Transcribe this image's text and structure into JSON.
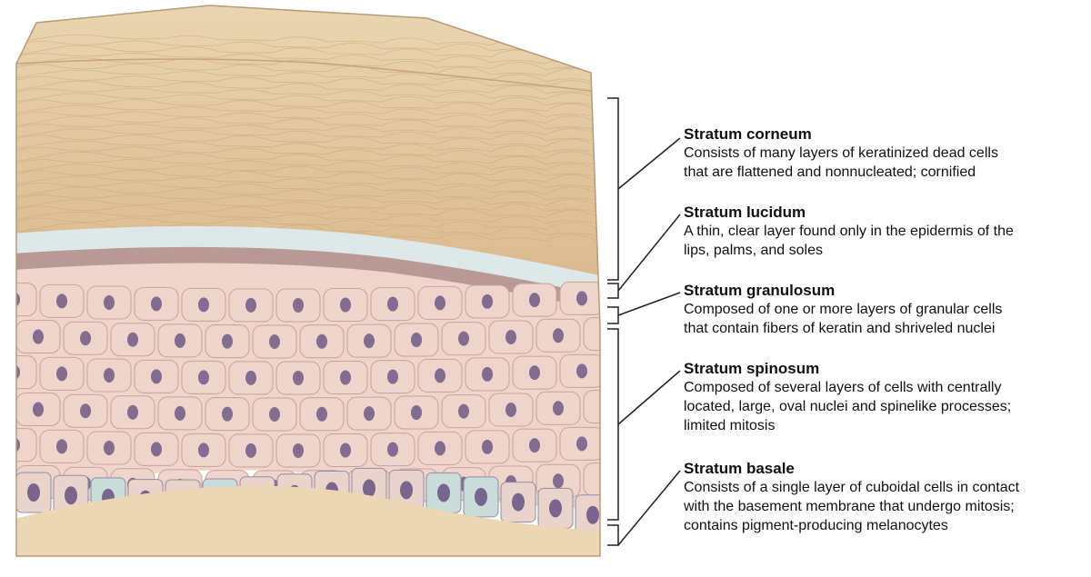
{
  "diagram": {
    "colors": {
      "corneum": "#e3c79f",
      "lucidum": "#dfe8e8",
      "granulosum": "#b99995",
      "spinosum": "#efd4cc",
      "basale": "#c9dcd8",
      "dermis": "#ecd6b4",
      "nucleus": "#6e5a86",
      "leader_line": "#222222"
    },
    "layers": [
      {
        "key": "corneum",
        "title": "Stratum corneum",
        "desc_lines": [
          "Consists of many layers of keratinized dead cells",
          "that are flattened and nonnucleated; cornified"
        ]
      },
      {
        "key": "lucidum",
        "title": "Stratum lucidum",
        "desc_lines": [
          "A thin, clear layer found only in the epidermis of the",
          "lips, palms, and soles"
        ]
      },
      {
        "key": "granulosum",
        "title": "Stratum granulosum",
        "desc_lines": [
          "Composed of one or more layers of granular cells",
          "that contain fibers of keratin and shriveled nuclei"
        ]
      },
      {
        "key": "spinosum",
        "title": "Stratum spinosum",
        "desc_lines": [
          "Composed of several layers of cells with centrally",
          "located, large, oval nuclei and spinelike processes;",
          "limited mitosis"
        ]
      },
      {
        "key": "basale",
        "title": "Stratum basale",
        "desc_lines": [
          "Consists of a single layer of cuboidal cells in contact",
          "with the basement membrane that undergo mitosis;",
          "contains pigment-producing melanocytes"
        ]
      }
    ]
  }
}
